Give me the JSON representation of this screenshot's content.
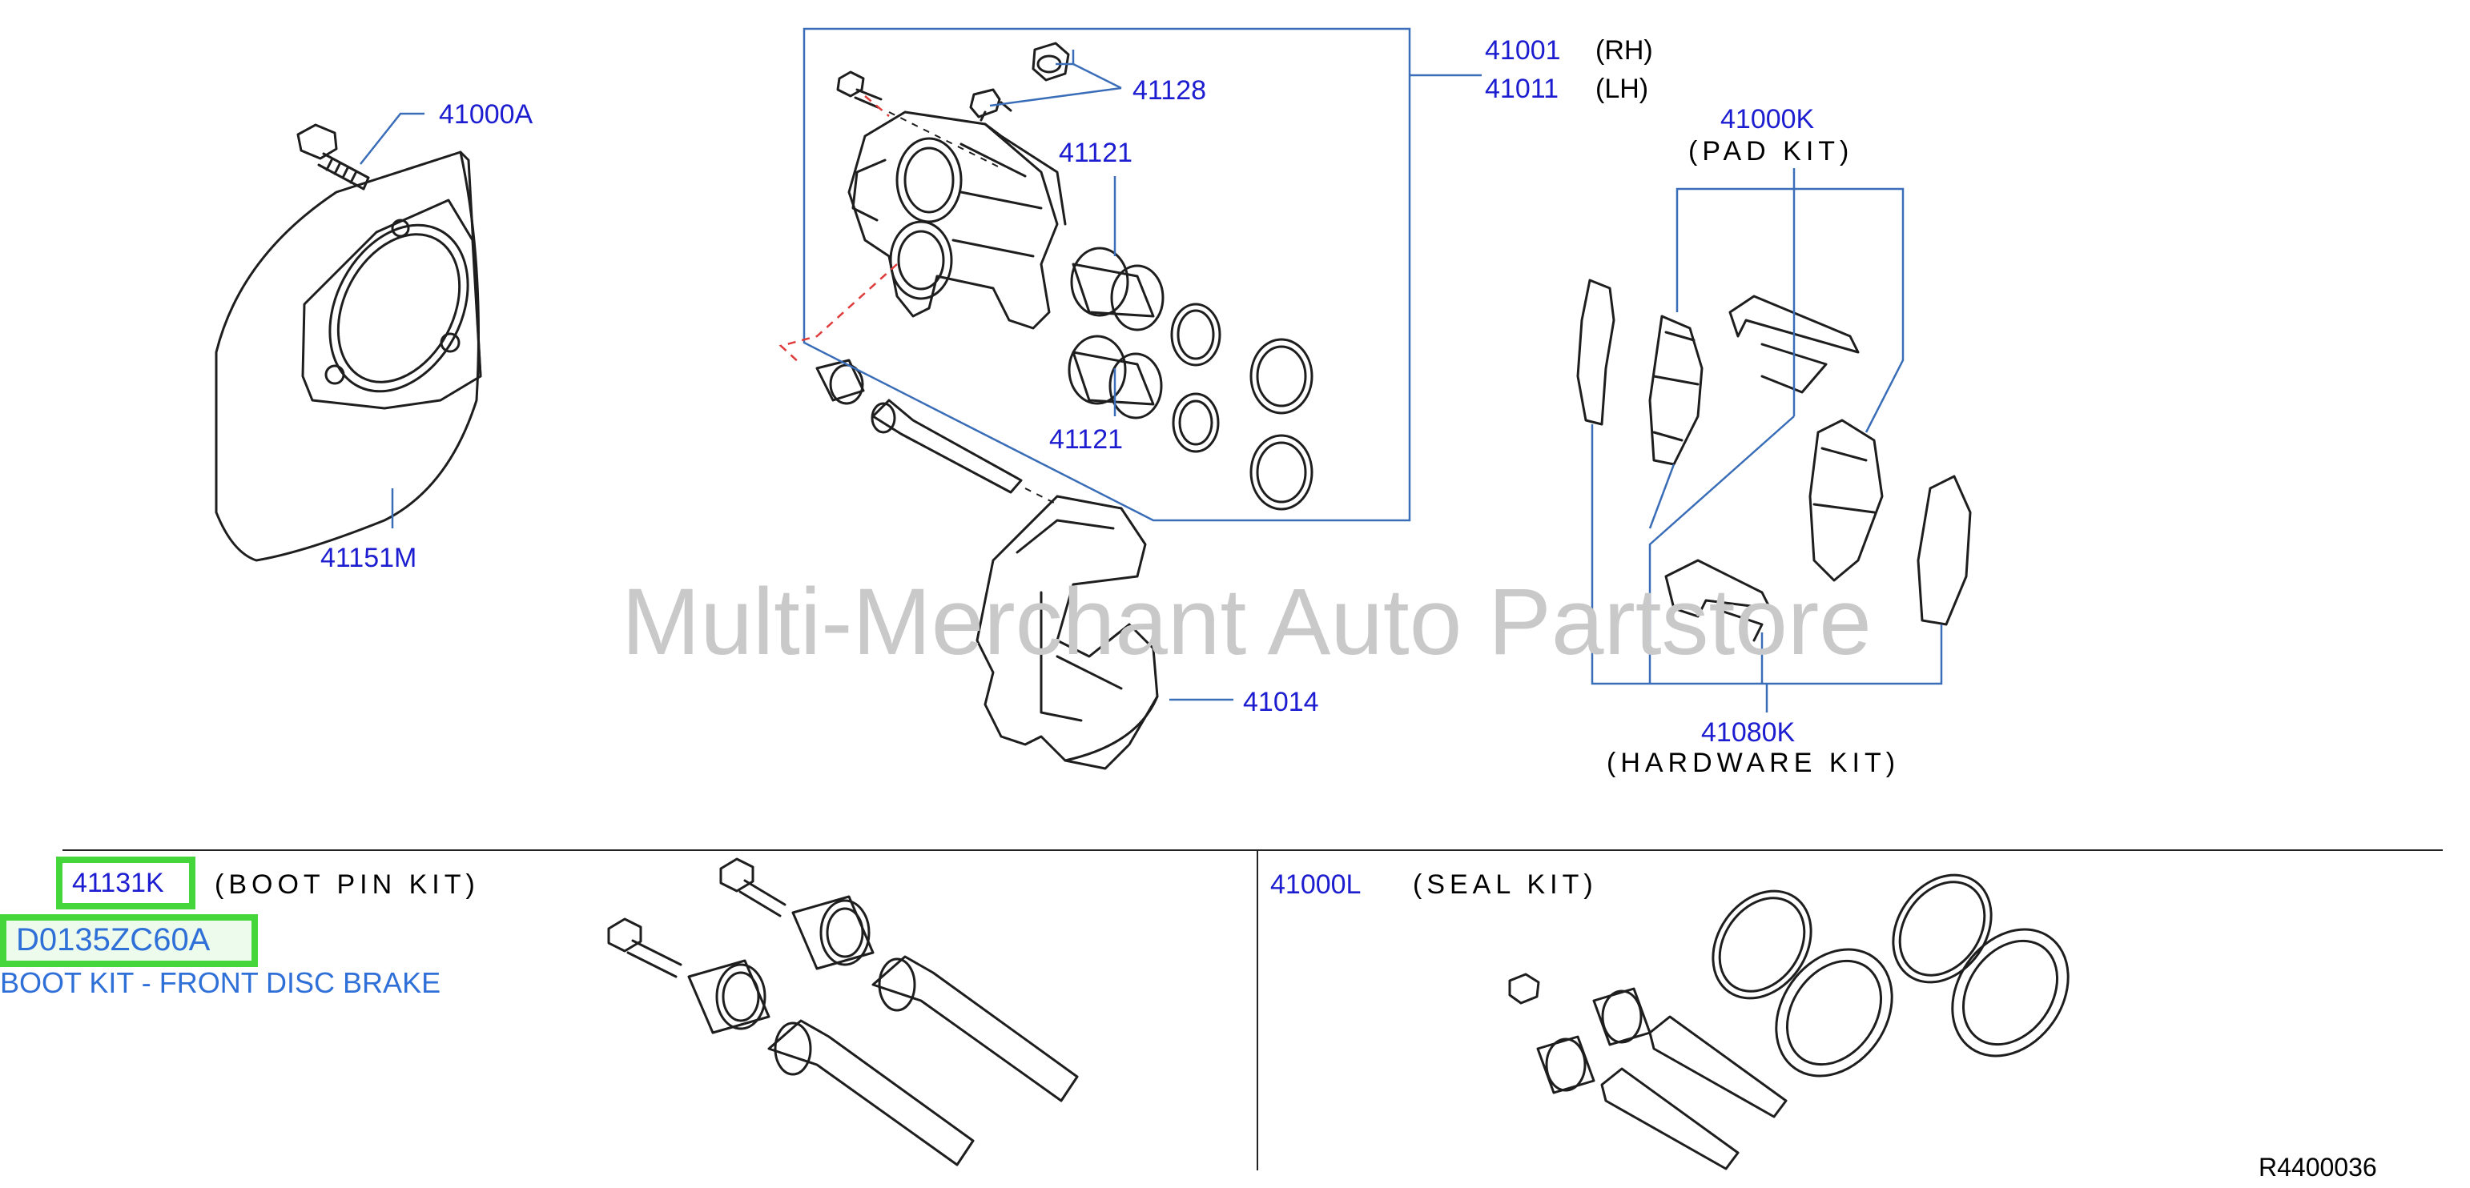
{
  "watermark": "Multi-Merchant Auto Partstore",
  "colors": {
    "callout": "#1c1cd0",
    "leader": "#3a6db8",
    "highlight": "#44d63a",
    "boot_kit_text": "#2f6fd8",
    "watermark": "#c9c9c9"
  },
  "upper": {
    "shield_bolt": "41000A",
    "splash_shield": "41151M",
    "caliper_rh_num": "41001",
    "caliper_rh_side": "(RH)",
    "caliper_lh_num": "41011",
    "caliper_lh_side": "(LH)",
    "bleeder": "41128",
    "piston_top": "41121",
    "piston_bottom": "41121",
    "torque_member": "41014",
    "pad_kit_num": "41000K",
    "pad_kit_name": "(PAD  KIT)",
    "hardware_kit_num": "41080K",
    "hardware_kit_name": "(HARDWARE  KIT)"
  },
  "lower": {
    "boot_pin_kit_num": "41131K",
    "boot_pin_kit_name": "(BOOT  PIN  KIT)",
    "highlight_part": "D0135ZC60A",
    "highlight_desc": "BOOT KIT - FRONT DISC BRAKE",
    "seal_kit_num": "41000L",
    "seal_kit_name": "(SEAL  KIT)"
  },
  "diagram_ref": "R4400036"
}
